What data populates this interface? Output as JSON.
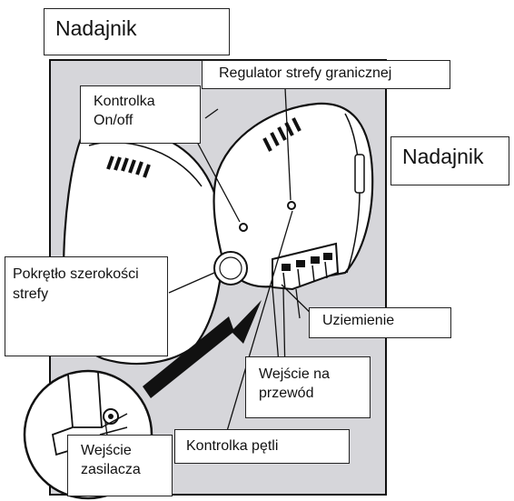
{
  "labels": {
    "nadajnik_top": "Nadajnik",
    "nadajnik_right": "Nadajnik",
    "regulator": "Regulator strefy granicznej",
    "kontrolka_onoff": "Kontrolka On/off",
    "pokretlo": "Pokrętło szerokości strefy",
    "uziemienie": "Uziemienie",
    "wejscie_przewod": "Wejście na przewód",
    "kontrolka_petli": "Kontrolka pętli",
    "wejscie_zasilacza": "Wejście zasilacza"
  },
  "colors": {
    "panel": "#d6d6da",
    "device": "#ffffff",
    "line": "#111111"
  }
}
